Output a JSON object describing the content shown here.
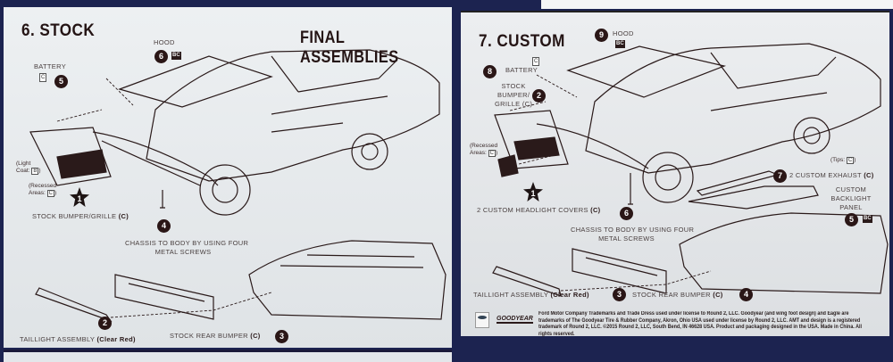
{
  "left_page": {
    "step_title": "6. STOCK",
    "section_title": "FINAL ASSEMBLIES",
    "hood": {
      "label": "HOOD",
      "step": "6",
      "color_code": "BC"
    },
    "battery": {
      "label": "BATTERY",
      "step": "5",
      "color_code": "C"
    },
    "light_coat": {
      "label_open": "(Light",
      "label_close": "Coat:",
      "color_code": "B"
    },
    "recessed": {
      "label_open": "(Recessed",
      "label_close": "Areas:",
      "color_code": "C"
    },
    "bumper_grille": {
      "step": "1",
      "label": "STOCK BUMPER/GRILLE",
      "material": "(C)"
    },
    "chassis": {
      "step": "4",
      "line1": "CHASSIS TO BODY BY USING FOUR",
      "line2": "METAL SCREWS"
    },
    "taillight": {
      "step": "2",
      "label": "TAILLIGHT ASSEMBLY",
      "material": "(Clear Red)"
    },
    "rear_bumper": {
      "step": "3",
      "label": "STOCK REAR BUMPER",
      "material": "(C)"
    }
  },
  "right_page": {
    "step_title": "7. CUSTOM",
    "hood": {
      "label": "HOOD",
      "step": "9",
      "color_code": "BC"
    },
    "battery": {
      "label": "BATTERY",
      "step": "8",
      "color_code": "C"
    },
    "bumper_grille": {
      "step": "2",
      "line1": "STOCK",
      "line2": "BUMPER/",
      "line3": "GRILLE (C)"
    },
    "recessed": {
      "label_open": "(Recessed",
      "label_close": "Areas:",
      "color_code": "C"
    },
    "headlight_covers": {
      "step": "1",
      "label": "2 CUSTOM HEADLIGHT COVERS",
      "material": "(C)"
    },
    "chassis": {
      "step": "6",
      "line1": "CHASSIS TO BODY BY USING FOUR",
      "line2": "METAL SCREWS"
    },
    "exhaust": {
      "step": "7",
      "label": "2 CUSTOM EXHAUST",
      "material": "(C)",
      "tips_label": "(Tips:",
      "tips_code": "C"
    },
    "backlight": {
      "step": "5",
      "line1": "CUSTOM",
      "line2": "BACKLIGHT",
      "line3": "PANEL",
      "color_code": "BC"
    },
    "taillight": {
      "step": "3",
      "label": "TAILLIGHT ASSEMBLY",
      "material": "(Clear Red)"
    },
    "rear_bumper": {
      "step": "4",
      "label": "STOCK REAR BUMPER",
      "material": "(C)"
    },
    "footer": {
      "logo_goodyear": "GOODYEAR",
      "legal": "Ford Motor Company Trademarks and Trade Dress used under license to Round 2, LLC. Goodyear (and wing foot design) and Eagle are trademarks of The Goodyear Tire & Rubber Company, Akron, Ohio USA used under license by Round 2, LLC. AMT and design is a registered trademark of Round 2, LLC. ©2015 Round 2, LLC, South Bend, IN 46628 USA. Product and packaging designed in the USA. Made in China. All rights reserved."
    }
  }
}
